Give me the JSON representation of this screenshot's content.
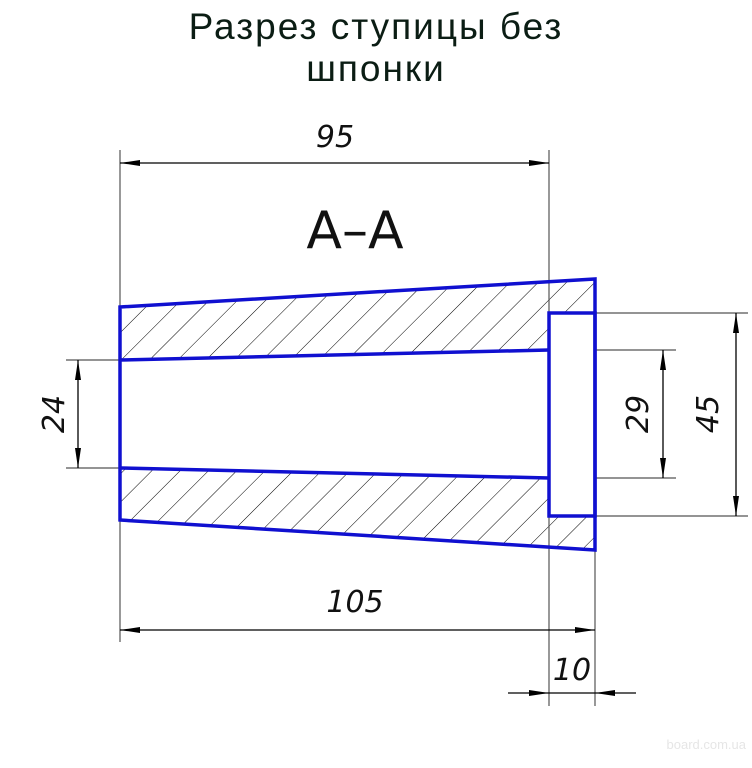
{
  "title": {
    "line1": "Разрез ступицы без",
    "line2": "шпонки"
  },
  "section_label": "A–A",
  "dimensions": {
    "length_top": "95",
    "length_total": "105",
    "counterbore_depth": "10",
    "bore_small": "24",
    "bore_large": "29",
    "counterbore_diameter": "45"
  },
  "watermark": "board.com.ua",
  "colors": {
    "outline": "#1010d0",
    "dim_line": "#000000",
    "hatch": "#000000"
  }
}
